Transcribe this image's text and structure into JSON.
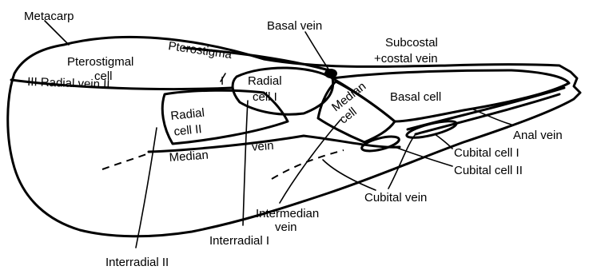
{
  "labels": {
    "metacarp": "Metacarp",
    "pterostigmal_cell": [
      "Pterostigmal",
      "cell"
    ],
    "pterostigma": "Pterostigma",
    "radial_vein": "III  Radial vein     II",
    "radial_vein_mark_i": "I",
    "basal_vein": "Basal vein",
    "subcostal_costal_vein": [
      "Subcostal",
      "+costal vein"
    ],
    "radial_cell_i": [
      "Radial",
      "cell I"
    ],
    "radial_cell_ii": [
      "Radial",
      "cell II"
    ],
    "median_cell": [
      "Median",
      "cell"
    ],
    "basal_cell": "Basal cell",
    "anal_vein": "Anal vein",
    "median_vein": [
      "Median",
      "vein"
    ],
    "cubital_cell_i": "Cubital cell I",
    "cubital_cell_ii": "Cubital cell II",
    "cubital_vein": "Cubital vein",
    "intermedian_vein": [
      "Intermedian",
      "vein"
    ],
    "interradial_i": "Interradial I",
    "interradial_ii": "Interradial II"
  }
}
